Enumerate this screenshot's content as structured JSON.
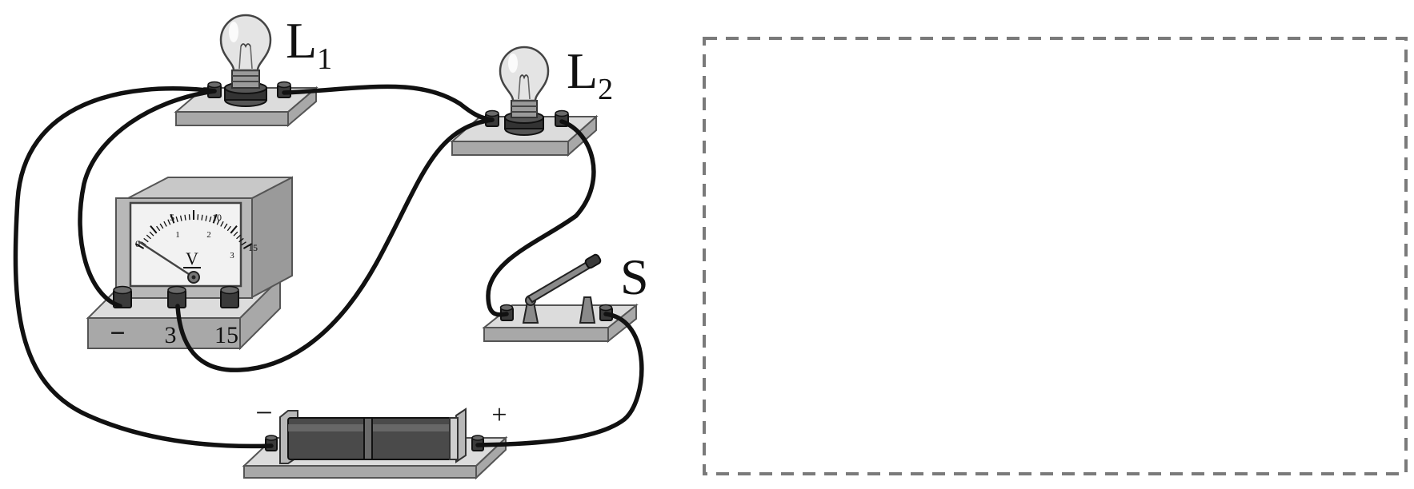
{
  "components": {
    "lamp1": {
      "label": "L",
      "subscript": "1"
    },
    "lamp2": {
      "label": "L",
      "subscript": "2"
    },
    "switch": {
      "label": "S"
    },
    "battery": {
      "negative": "−",
      "positive": "+"
    },
    "voltmeter": {
      "unit_symbol": "V",
      "terminals": [
        "−",
        "3",
        "15"
      ],
      "outer_scale": [
        "0",
        "5",
        "10",
        "15"
      ],
      "inner_scale": [
        "1",
        "2",
        "3"
      ]
    }
  },
  "answer_box": {
    "content": ""
  }
}
